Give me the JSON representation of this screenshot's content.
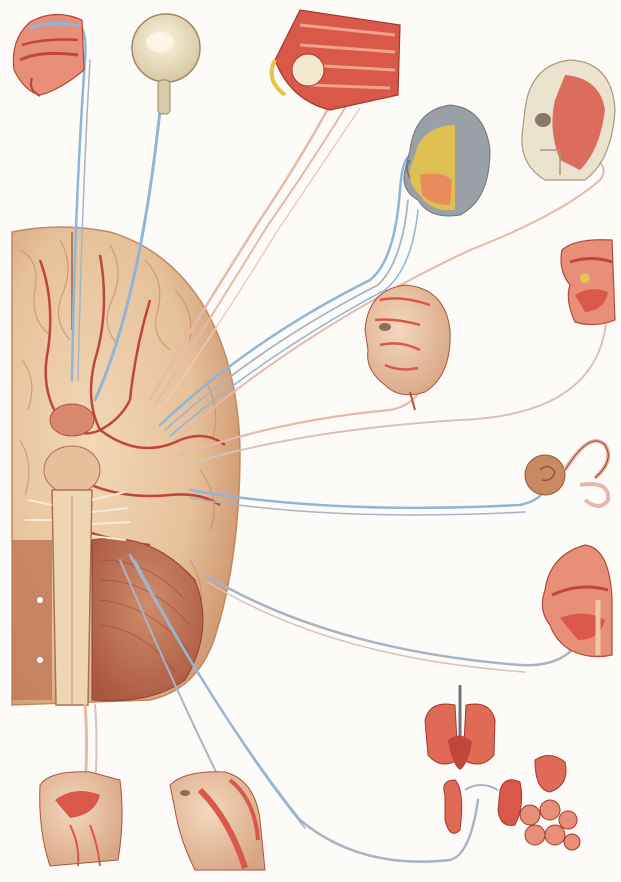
{
  "palette": {
    "background": "#fdfbf8",
    "brain": "#e9c9a3",
    "brain_shade": "#d9a67c",
    "vessel": "#c0453a",
    "muscle": "#d9584a",
    "muscle_light": "#eb8a73",
    "skin": "#f0c7a4",
    "bone": "#ece3cf",
    "nerve_blue": "#8fb6d8",
    "nerve_pink": "#e8b8a8",
    "nerve_grey": "#a9b4c2",
    "gland": "#e6c34a",
    "grey_hood": "#9aa0a6"
  },
  "structures": [
    {
      "name": "brain-base",
      "icon": "brain-icon"
    },
    {
      "name": "nose-section",
      "icon": "nose-icon"
    },
    {
      "name": "eyeball",
      "icon": "eye-icon"
    },
    {
      "name": "orbit-muscles",
      "icon": "eye-muscles-icon"
    },
    {
      "name": "face-sensory",
      "icon": "face-icon"
    },
    {
      "name": "skull-masticator",
      "icon": "skull-icon"
    },
    {
      "name": "face-muscles",
      "icon": "facial-muscles-icon"
    },
    {
      "name": "mouth-section",
      "icon": "mouth-icon"
    },
    {
      "name": "inner-ear",
      "icon": "cochlea-icon"
    },
    {
      "name": "pharynx-section",
      "icon": "pharynx-icon"
    },
    {
      "name": "thoracic-abdominal-organs",
      "icon": "viscera-icon"
    },
    {
      "name": "tongue-neck",
      "icon": "tongue-icon"
    },
    {
      "name": "neck-muscles",
      "icon": "neck-icon"
    }
  ]
}
